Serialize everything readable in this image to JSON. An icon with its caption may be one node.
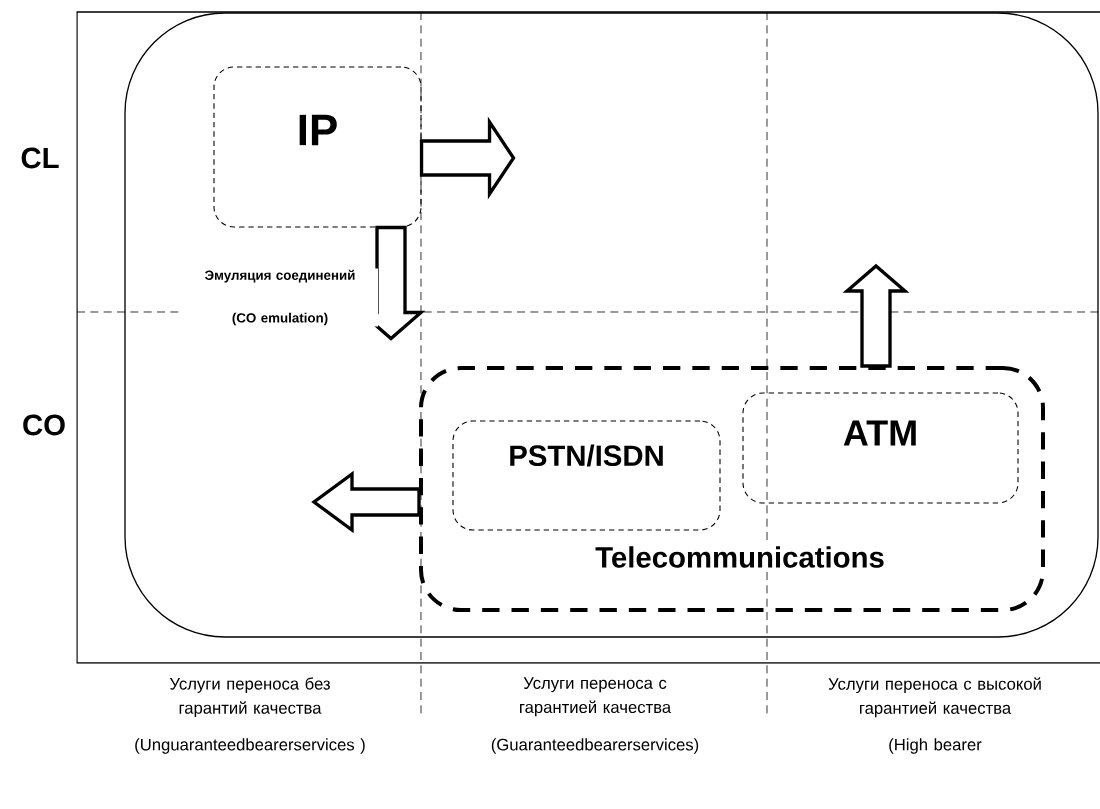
{
  "diagram": {
    "nodes": [
      {
        "text": [],
        "shape": "box"
      },
      {
        "text": [
          "IP"
        ],
        "in": 0
      },
      {
        "text": [
          "Telecommunications"
        ],
        "in": 0
      },
      {
        "text": [
          "PSTN/ISDN"
        ],
        "in": 2
      },
      {
        "text": [
          "ATM"
        ],
        "in": 2
      }
    ],
    "edges": [
      {
        "from": 1,
        "to": null,
        "arrow": "to"
      },
      {
        "from": 1,
        "to": null,
        "arrow": "to",
        "label": "Эмуляция соединений (CO emulation)"
      },
      {
        "from": 2,
        "to": null,
        "arrow": "to"
      },
      {
        "from": 2,
        "to": null,
        "arrow": "to"
      }
    ],
    "labels": [
      "CL",
      "CO",
      "Услуги переноса без гарантий качества",
      "Услуги переноса с гарантией качества",
      "Услуги переноса с высокой гарантией качества",
      "(Unguaranteedbearerservices )",
      "(Guaranteedbearerservices)",
      "(High bearer"
    ]
  }
}
